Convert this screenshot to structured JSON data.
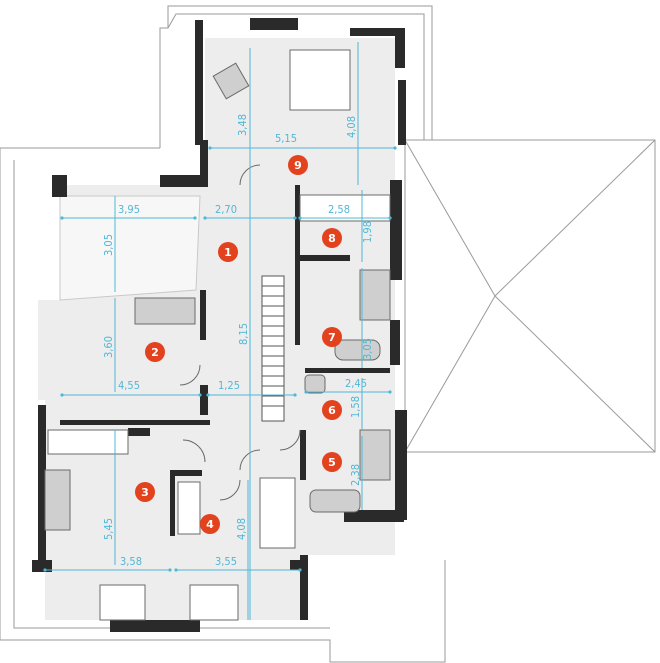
{
  "colors": {
    "wall": "#2a2a2a",
    "floor": "#ededed",
    "dimension": "#4fb8d6",
    "badge": "#e2421e",
    "roof_line": "#9a9a9a",
    "furniture": "#cfcfcf"
  },
  "rooms": [
    {
      "number": "1",
      "label": "1"
    },
    {
      "number": "2",
      "label": "2"
    },
    {
      "number": "3",
      "label": "3"
    },
    {
      "number": "4",
      "label": "4"
    },
    {
      "number": "5",
      "label": "5"
    },
    {
      "number": "6",
      "label": "6"
    },
    {
      "number": "7",
      "label": "7"
    },
    {
      "number": "8",
      "label": "8"
    },
    {
      "number": "9",
      "label": "9"
    }
  ],
  "dimensions": {
    "d_5_15": "5,15",
    "d_3_48": "3,48",
    "d_4_08_top": "4,08",
    "d_3_95": "3,95",
    "d_2_70": "2,70",
    "d_2_58": "2,58",
    "d_3_05_left": "3,05",
    "d_1_98": "1,98",
    "d_3_60": "3,60",
    "d_8_15": "8,15",
    "d_3_05_right": "3,05",
    "d_4_55": "4,55",
    "d_1_25": "1,25",
    "d_2_45": "2,45",
    "d_1_58": "1,58",
    "d_5_45": "5,45",
    "d_2_38": "2,38",
    "d_4_08_bottom": "4,08",
    "d_3_58": "3,58",
    "d_3_55": "3,55"
  }
}
